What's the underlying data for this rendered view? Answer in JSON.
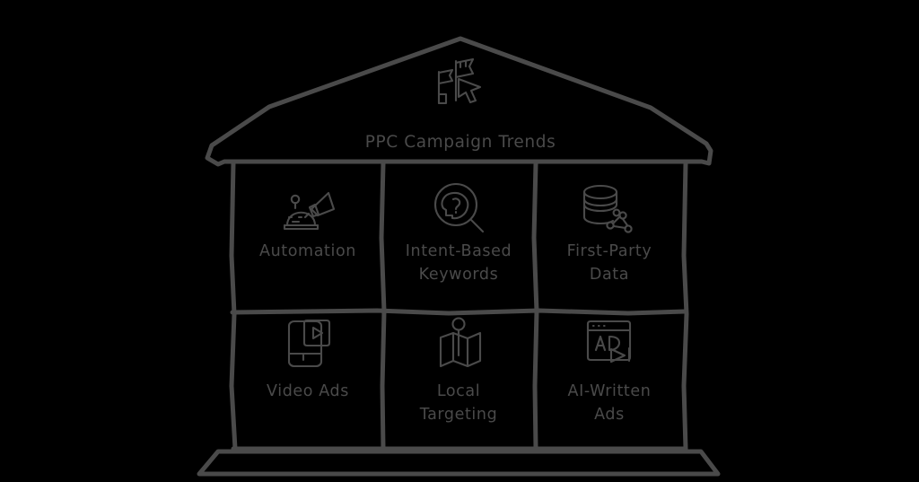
{
  "diagram": {
    "shape": "house",
    "title": "PPC Campaign Trends",
    "colors": {
      "background": "#000000",
      "stroke": "#4a4a4a",
      "text": "#4a4a4a"
    },
    "roof": {
      "icon_name": "megaphone-cursor-icon",
      "title": "PPC Campaign Trends"
    },
    "cells": [
      {
        "id": "automation",
        "label": "Automation",
        "label_lines": [
          "Automation"
        ],
        "icon_name": "robot-megaphone-icon",
        "row": 1,
        "col": 1
      },
      {
        "id": "intent-based-keywords",
        "label": "Intent-Based Keywords",
        "label_lines": [
          "Intent-Based",
          "Keywords"
        ],
        "icon_name": "magnifier-head-question-icon",
        "row": 1,
        "col": 2
      },
      {
        "id": "first-party-data",
        "label": "First-Party Data",
        "label_lines": [
          "First-Party",
          "Data"
        ],
        "icon_name": "database-network-icon",
        "row": 1,
        "col": 3
      },
      {
        "id": "video-ads",
        "label": "Video Ads",
        "label_lines": [
          "Video Ads"
        ],
        "icon_name": "phone-play-icon",
        "row": 2,
        "col": 1
      },
      {
        "id": "local-targeting",
        "label": "Local Targeting",
        "label_lines": [
          "Local",
          "Targeting"
        ],
        "icon_name": "map-pin-icon",
        "row": 2,
        "col": 2
      },
      {
        "id": "ai-written-ads",
        "label": "AI-Written Ads",
        "label_lines": [
          "AI-Written",
          "Ads"
        ],
        "icon_name": "browser-ad-play-icon",
        "row": 2,
        "col": 3
      }
    ],
    "base": {
      "name": "foundation-plinth"
    }
  }
}
